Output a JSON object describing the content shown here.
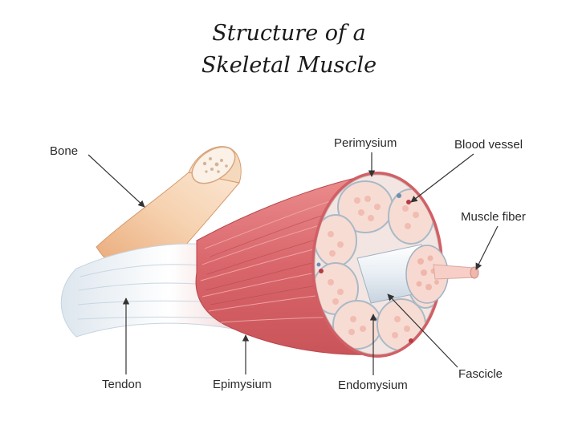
{
  "title": {
    "line1": "Structure of a",
    "line2": "Skeletal Muscle"
  },
  "labels": {
    "bone": "Bone",
    "perimysium": "Perimysium",
    "blood_vessel": "Blood vessel",
    "muscle_fiber": "Muscle fiber",
    "tendon": "Tendon",
    "epimysium": "Epimysium",
    "endomysium": "Endomysium",
    "fascicle": "Fascicle"
  },
  "colors": {
    "bone": "#f2c7a0",
    "muscle": "#e0757a",
    "tendon": "#eef3f6",
    "fascicle_fill": "#f6d9d2",
    "arrow": "#333333"
  }
}
